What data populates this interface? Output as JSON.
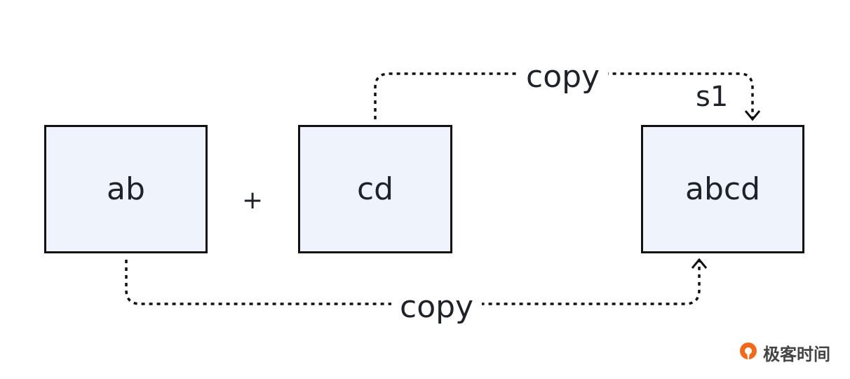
{
  "boxes": {
    "ab": "ab",
    "cd": "cd",
    "abcd": "abcd"
  },
  "operator": "+",
  "edges": {
    "top_label": "copy",
    "bottom_label": "copy",
    "target_label": "s1"
  },
  "logo": {
    "text": "极客时间",
    "color": "#f06a1c"
  }
}
